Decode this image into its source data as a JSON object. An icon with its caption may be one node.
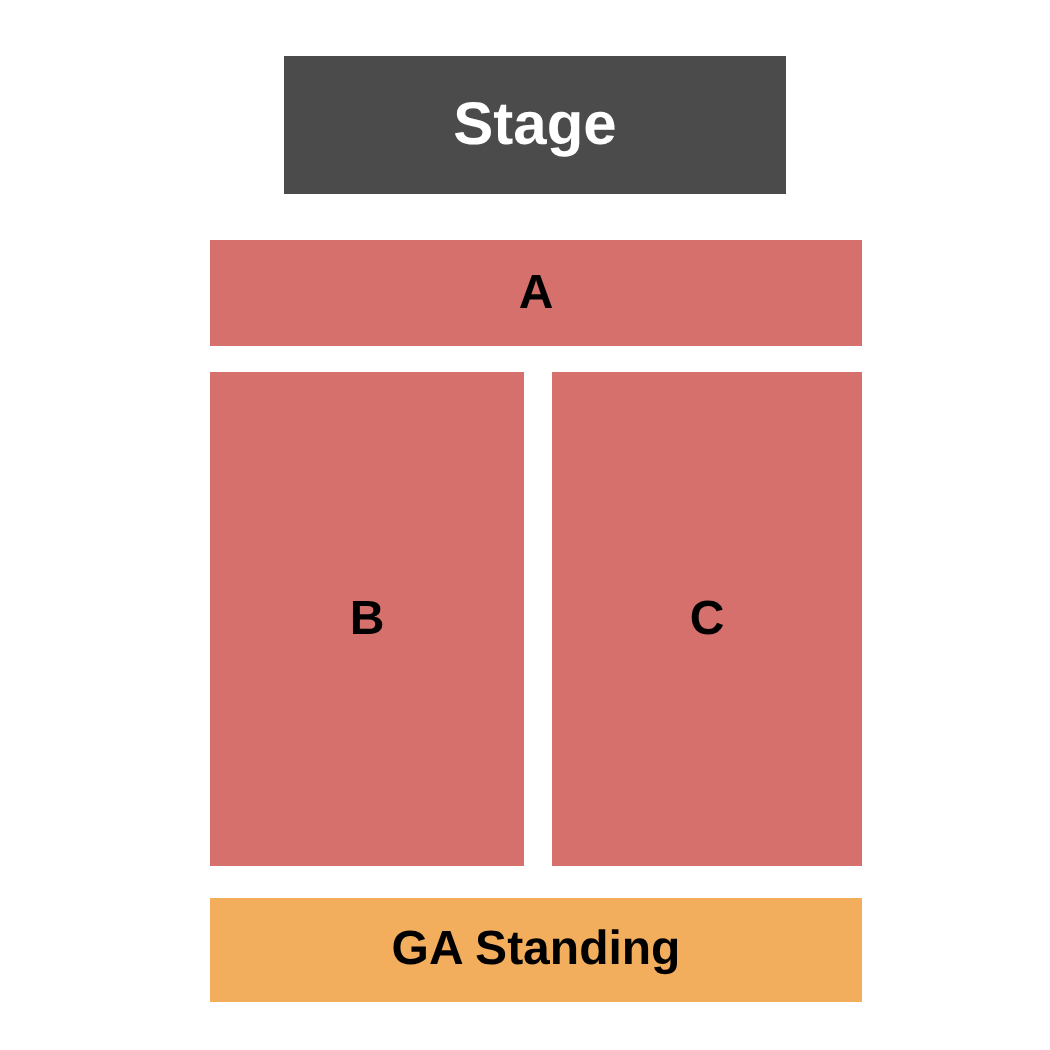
{
  "diagram": {
    "nodes": [
      {
        "text": [
          "Stage"
        ]
      },
      {
        "text": [
          "A"
        ]
      },
      {
        "text": [
          "B"
        ]
      },
      {
        "text": [
          "C"
        ]
      },
      {
        "text": [
          "GA Standing"
        ]
      }
    ]
  }
}
